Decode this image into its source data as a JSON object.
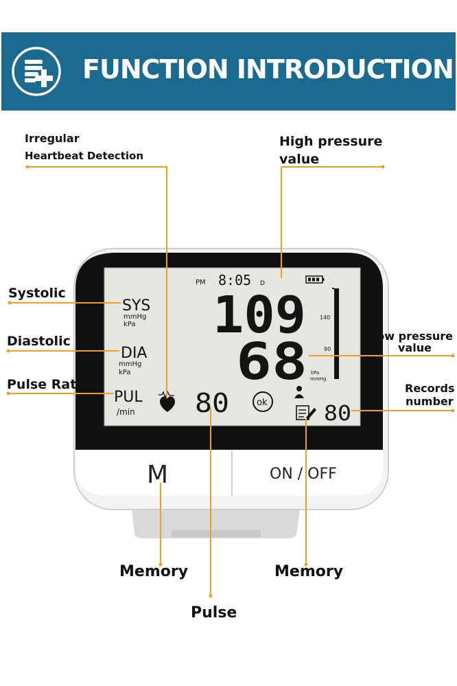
{
  "banner": {
    "title": "FUNCTION INTRODUCTION",
    "icon": "document-plus-icon",
    "color": "#1b6a8f"
  },
  "annotations": {
    "irregular_line1": "Irregular",
    "irregular_line2": "Heartbeat Detection",
    "high_line1": "High pressure",
    "high_line2": "value",
    "systolic": "Systolic",
    "diastolic": "Diastolic",
    "pulse_rate": "Pulse Rate",
    "low_line1": "Low pressure",
    "low_line2": "value",
    "records_line1": "Records",
    "records_line2": "number",
    "memory_left": "Memory",
    "memory_right": "Memory",
    "pulse": "Pulse",
    "line_color": "#f0a020"
  },
  "display": {
    "ampm": "PM",
    "time": "8:05",
    "day_marker": "D",
    "sys": "SYS",
    "dia": "DIA",
    "pul": "PUL",
    "unit_mmhg": "mmHg",
    "unit_kpa": "kPa",
    "per_min": "/min",
    "systolic_value": "109",
    "diastolic_value": "68",
    "pulse_value": "80",
    "record_value": "80",
    "ok": "ok",
    "scale_140": "140",
    "scale_90": "90",
    "scale_kpa": "kPa",
    "scale_mmhg": "mmHg",
    "battery_icon": "battery-icon",
    "heart_icon": "heart-icon",
    "person_icon": "person-icon",
    "records_icon": "records-icon"
  },
  "buttons": {
    "m_label": "M",
    "power_label": "ON / OFF"
  }
}
